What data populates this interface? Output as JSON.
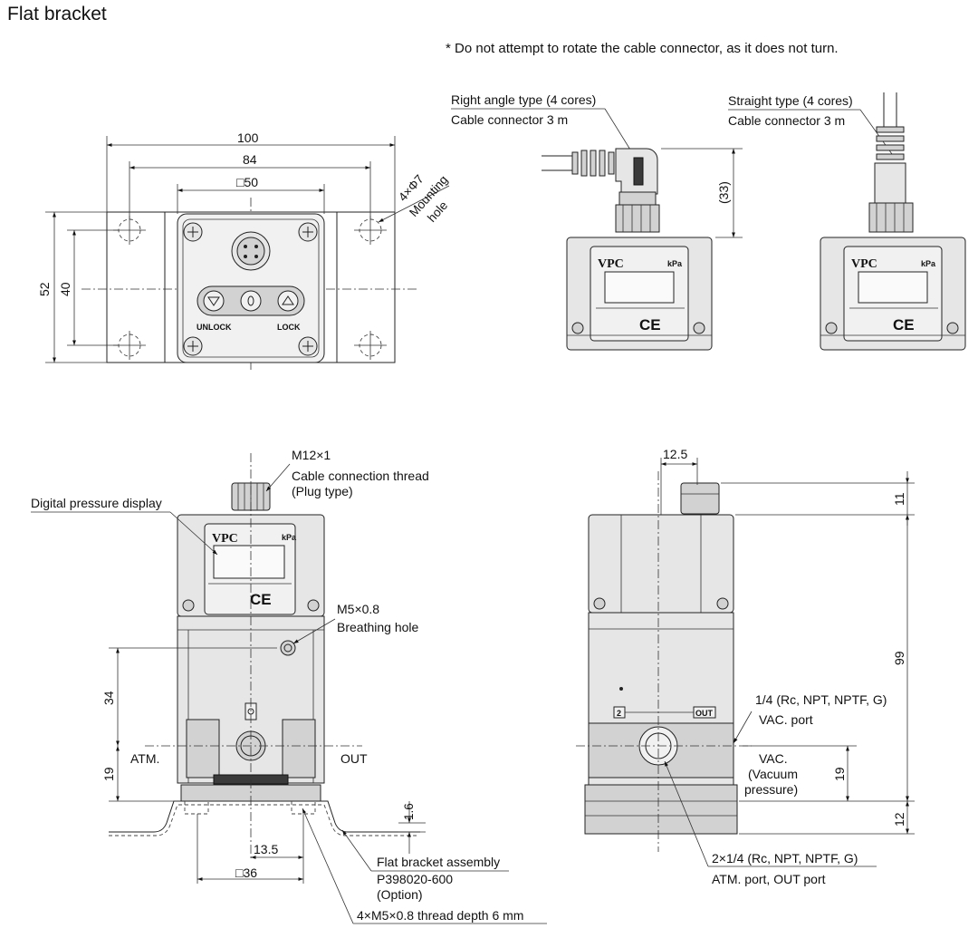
{
  "title": "Flat bracket",
  "note": "* Do not attempt to rotate the cable connector, as it does not turn.",
  "front_view": {
    "dim_width_outer": "100",
    "dim_width_holes": "84",
    "dim_square_body": "□50",
    "dim_height_outer": "52",
    "dim_height_holes": "40",
    "mounting_hole_qty": "4×Φ7",
    "mounting_hole_label_1": "Mounting",
    "mounting_hole_label_2": "hole",
    "btn_unlock": "UNLOCK",
    "btn_lock": "LOCK"
  },
  "right_angle_view": {
    "label_type": "Right angle type (4 cores)",
    "label_cable": "Cable connector 3 m",
    "dim_height": "(33)",
    "brand": "VPC",
    "unit": "kPa",
    "ce": "CE"
  },
  "straight_view": {
    "label_type": "Straight type (4 cores)",
    "label_cable": "Cable connector 3 m",
    "brand": "VPC",
    "unit": "kPa",
    "ce": "CE"
  },
  "side_view": {
    "thread_label_1": "M12×1",
    "thread_label_2": "Cable connection thread",
    "thread_label_3": "(Plug type)",
    "display_label": "Digital pressure display",
    "breathing_label_1": "M5×0.8",
    "breathing_label_2": "Breathing hole",
    "dim_34": "34",
    "dim_19": "19",
    "atm_label": "ATM.",
    "out_label": "OUT",
    "dim_1_6": "1.6",
    "dim_13_5": "13.5",
    "dim_square_36": "□36",
    "bracket_label_1": "Flat bracket assembly",
    "bracket_label_2": "P398020-600",
    "bracket_label_3": "(Option)",
    "thread_depth_label": "4×M5×0.8 thread depth 6 mm",
    "brand": "VPC",
    "unit": "kPa",
    "ce": "CE"
  },
  "rear_view": {
    "dim_12_5": "12.5",
    "dim_11": "11",
    "dim_99": "99",
    "dim_19": "19",
    "dim_12": "12",
    "vac_port_label_1": "1/4 (Rc, NPT, NPTF, G)",
    "vac_port_label_2": "VAC. port",
    "vac_label_1": "VAC.",
    "vac_label_2": "(Vacuum",
    "vac_label_3": "pressure)",
    "port_label_1": "2×1/4 (Rc, NPT, NPTF, G)",
    "port_label_2": "ATM. port, OUT port",
    "port_mark_2": "2",
    "port_mark_out": "OUT"
  }
}
